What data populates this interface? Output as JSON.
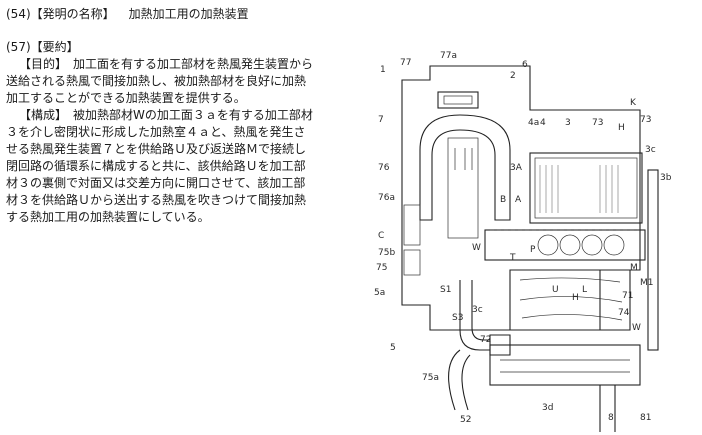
{
  "abstract": {
    "title_line": {
      "num": "(54)",
      "label": "【発明の名称】",
      "value": "加熱加工用の加熱装置"
    },
    "abstract_header": "(57)【要約】",
    "purpose": {
      "tag": "【目的】",
      "lines": [
        "加工面を有する加工部材を熱風発生装置から",
        "送給される熱風で間接加熱し、被加熱部材を良好に加熱",
        "加工することができる加熱装置を提供する。"
      ]
    },
    "constitution": {
      "tag": "【構成】",
      "lines": [
        "被加熱部材Wの加工面３ａを有する加工部材",
        "３を介し密閉状に形成した加熱室４ａと、熱風を発生さ",
        "せる熱風発生装置７とを供給路Ｕ及び返送路Ｍで接続し",
        "閉回路の循環系に構成すると共に、該供給路Ｕを加工部",
        "材３の裏側で対面又は交差方向に開口させて、該加工部",
        "材３を供給路Ｕから送出する熱風を吹きつけて間接加熱",
        "する熱加工用の加熱装置にしている。"
      ]
    }
  },
  "figure": {
    "labels": [
      "1",
      "77",
      "77a",
      "2",
      "6",
      "7",
      "4a",
      "4",
      "3",
      "73",
      "H",
      "K",
      "73",
      "3c",
      "76",
      "3A",
      "3b",
      "76a",
      "B",
      "A",
      "C",
      "75b",
      "75",
      "W",
      "T",
      "P",
      "M",
      "M1",
      "5a",
      "S3",
      "S1",
      "U",
      "H",
      "L",
      "71",
      "74",
      "W",
      "3c",
      "5",
      "72",
      "75a",
      "52",
      "3d",
      "8",
      "81"
    ]
  }
}
